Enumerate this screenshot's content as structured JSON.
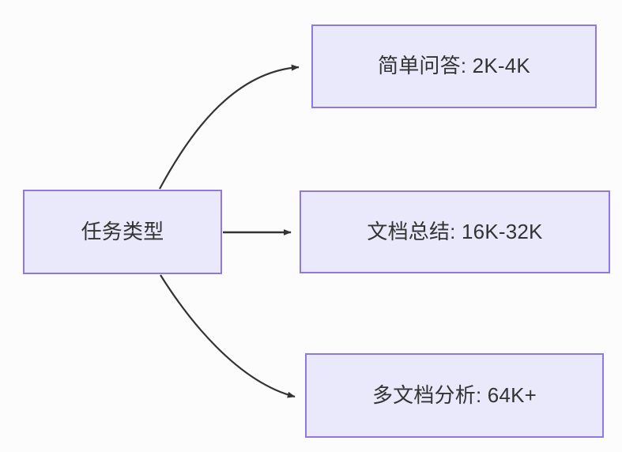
{
  "diagram": {
    "title_text": "",
    "background_color": "#fcfcfd",
    "node_fill_color": "#eae8fb",
    "node_border_color": "#9178e0",
    "node_text_color": "#333333",
    "edge_color": "#333333",
    "nodes": [
      {
        "id": "source",
        "label": "任务类型"
      },
      {
        "id": "simple",
        "label": "简单问答: 2K-4K"
      },
      {
        "id": "summary",
        "label": "文档总结: 16K-32K"
      },
      {
        "id": "multi",
        "label": "多文档分析: 64K+"
      }
    ],
    "edges": [
      {
        "id": "edge-source-simple",
        "from": "source",
        "to": "simple",
        "style": "curved",
        "label": ""
      },
      {
        "id": "edge-source-summary",
        "from": "source",
        "to": "summary",
        "style": "straight",
        "label": ""
      },
      {
        "id": "edge-source-multi",
        "from": "source",
        "to": "multi",
        "style": "curved",
        "label": ""
      }
    ]
  }
}
